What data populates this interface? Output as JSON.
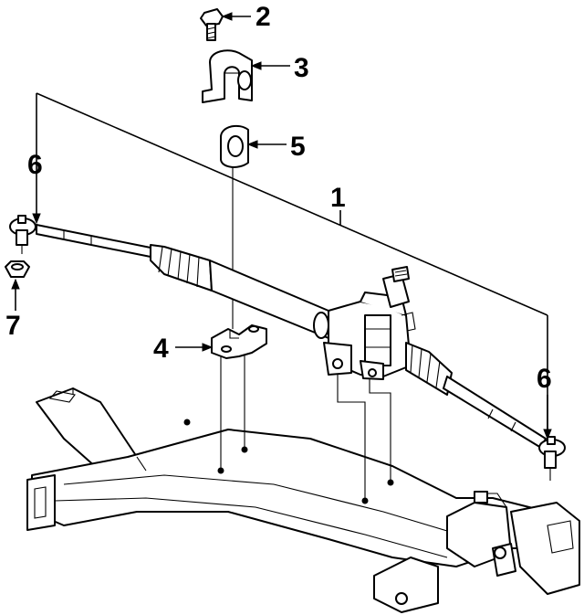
{
  "callouts": {
    "c1": "1",
    "c2": "2",
    "c3": "3",
    "c4": "4",
    "c5": "5",
    "c6_left": "6",
    "c6_right": "6",
    "c7": "7"
  },
  "colors": {
    "ink": "#000000",
    "paper": "#ffffff"
  }
}
